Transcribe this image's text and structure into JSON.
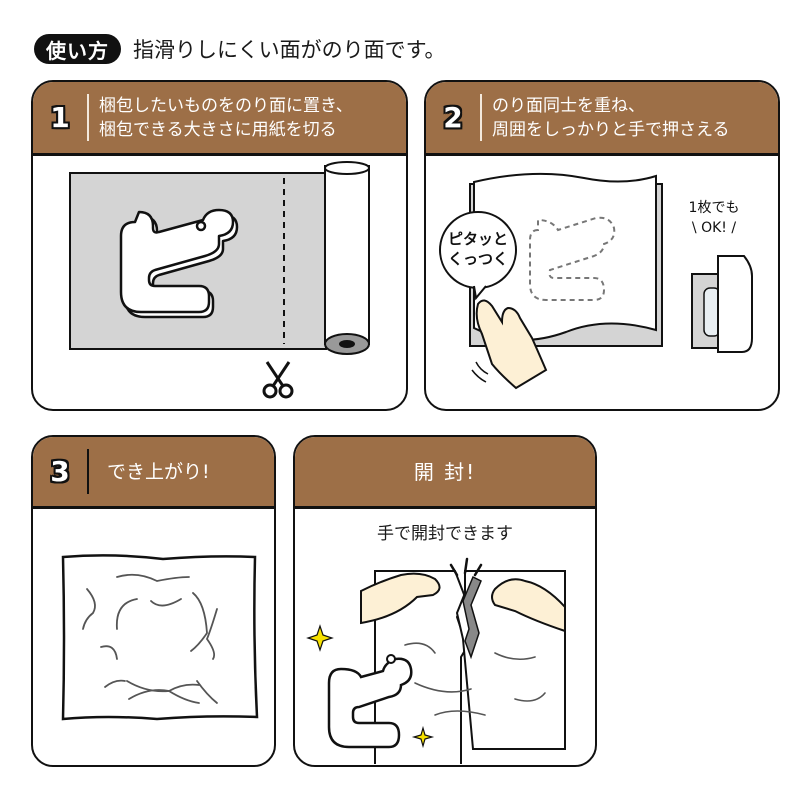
{
  "header": {
    "badge_label": "使い方",
    "instruction": "指滑りしにくい面がのり面です。"
  },
  "colors": {
    "header_brown": "#9d6f47",
    "paper_gray": "#d4d4d4",
    "hand_skin": "#fdf0d5",
    "sparkle_yellow": "#f7e100",
    "outline": "#111111"
  },
  "steps": [
    {
      "number": "1",
      "line1": "梱包したいものをのり面に置き、",
      "line2": "梱包できる大きさに用紙を切る",
      "icons": [
        "wrapping-paper-roll",
        "scissors-icon",
        "item-hook-shape"
      ]
    },
    {
      "number": "2",
      "line1": "のり面同士を重ね、",
      "line2": "周囲をしっかりと手で押さえる",
      "bubble_line1": "ピタッと",
      "bubble_line2": "くっつく",
      "side_note_line1": "1枚でも",
      "side_note_line2": "\\ OK! /"
    },
    {
      "number": "3",
      "line1": "でき上がり!"
    },
    {
      "title": "開 封!",
      "subtitle": "手で開封できます"
    }
  ]
}
